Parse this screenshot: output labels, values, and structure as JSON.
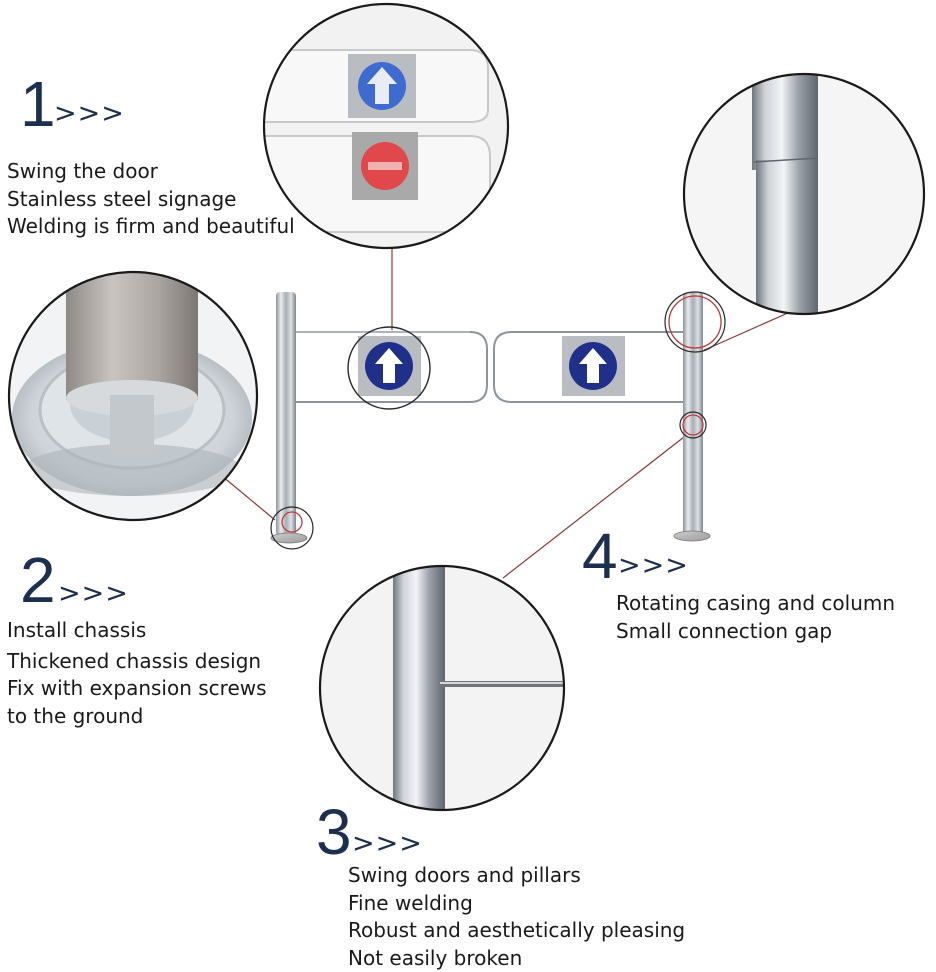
{
  "features": [
    {
      "number": "1",
      "arrows": ">>>",
      "lines": [
        "Swing the door",
        "Stainless steel signage",
        "Welding is firm and beautiful"
      ]
    },
    {
      "number": "2",
      "arrows": ">>>",
      "lines": [
        "Install chassis",
        "Thickened chassis design",
        "Fix with expansion screws",
        "to the ground"
      ]
    },
    {
      "number": "3",
      "arrows": ">>>",
      "lines": [
        "Swing doors and pillars",
        "Fine welding",
        "Robust and aesthetically pleasing",
        "Not easily broken"
      ]
    },
    {
      "number": "4",
      "arrows": ">>>",
      "lines": [
        "Rotating casing and column",
        "Small connection gap"
      ]
    }
  ],
  "colors": {
    "heading": "#1d2f4e",
    "sign_blue": "#1f2f8a",
    "sign_red": "#e0484c",
    "steel": "#b9bec6",
    "callout_line": "#8a3a3a"
  },
  "icons": [
    "up-arrow-sign-icon",
    "no-entry-sign-icon"
  ]
}
